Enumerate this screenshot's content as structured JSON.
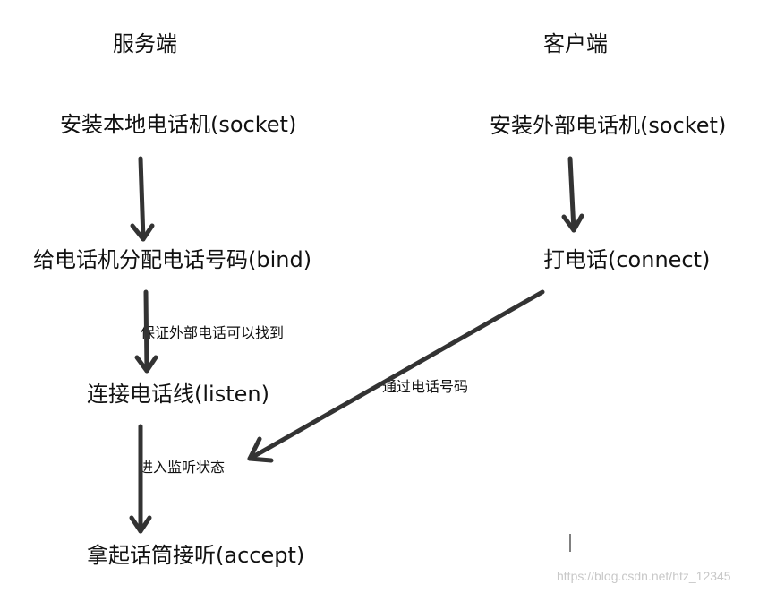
{
  "headers": {
    "server": "服务端",
    "client": "客户端"
  },
  "server": {
    "socket": "安装本地电话机(socket)",
    "bind": "给电话机分配电话号码(bind)",
    "bind_note": "保证外部电话可以找到",
    "listen": "连接电话线(listen)",
    "listen_note": "进入监听状态",
    "accept": "拿起话筒接听(accept)"
  },
  "client": {
    "socket": "安装外部电话机(socket)",
    "connect": "打电话(connect)",
    "connect_note": "通过电话号码"
  },
  "watermark": "https://blog.csdn.net/htz_12345",
  "colors": {
    "arrow": "#333333",
    "text": "#111111",
    "watermark": "#c8c8c8"
  }
}
